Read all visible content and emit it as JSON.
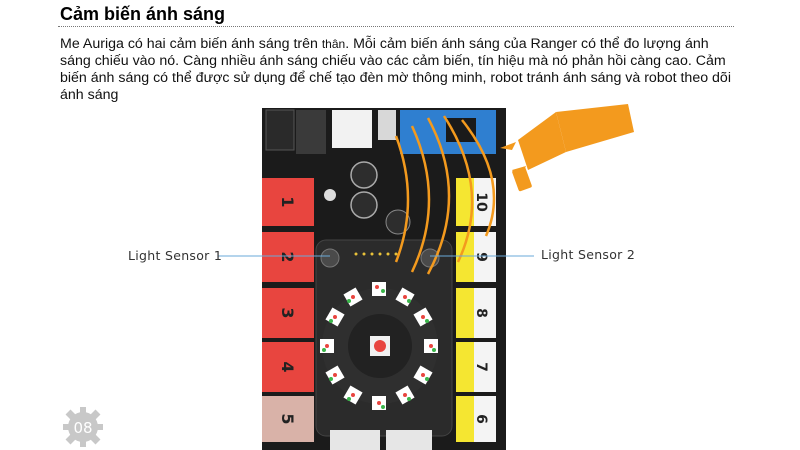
{
  "section": {
    "title": "Cảm biến ánh sáng"
  },
  "paragraph": {
    "part1": "Me Auriga có hai cảm biến ánh sáng trên ",
    "part_small": "thân",
    "part2": ". Mỗi cảm biến ánh sáng của Ranger có thể đo lượng ánh sáng chiếu vào nó. Càng nhiều ánh sáng chiếu vào các cảm biến, tín hiệu mà nó phản hồi càng cao. Cảm biến ánh sáng có thể được sử dụng để chế tạo đèn mờ thông minh, robot tránh ánh sáng và robot theo dõi ánh sáng"
  },
  "figure": {
    "label_left": "Light Sensor 1",
    "label_right": "Light Sensor 2",
    "ports_left": [
      "1",
      "2",
      "3",
      "4",
      "5"
    ],
    "ports_right": [
      "10",
      "9",
      "8",
      "7",
      "6"
    ],
    "colors": {
      "port_red": "#e8453f",
      "port_pink": "#d9b2a8",
      "port_yellow": "#f5e631",
      "port_white": "#f4f4f4",
      "board": "#1b1b1b",
      "flashlight": "#f39a1e",
      "led_ring": "#ffffff"
    }
  },
  "page": {
    "number": "08"
  }
}
